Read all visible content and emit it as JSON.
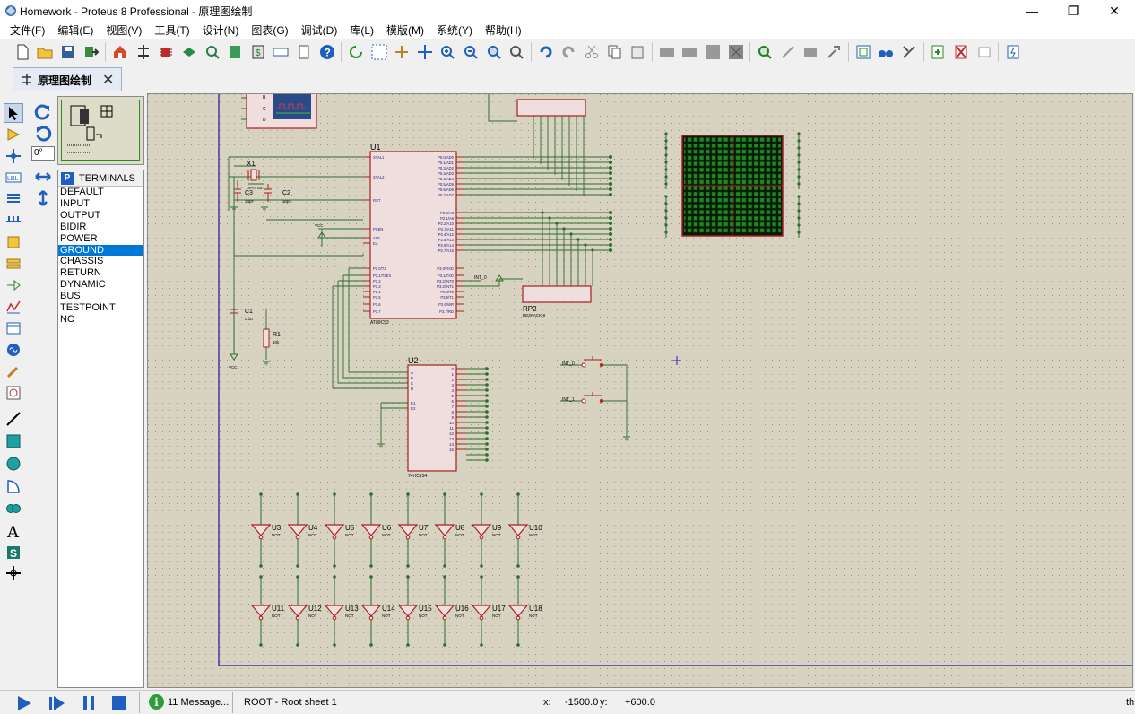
{
  "window": {
    "title": "Homework - Proteus 8 Professional - 原理图绘制",
    "minimize": "—",
    "restore": "❐",
    "close": "✕"
  },
  "menu": [
    "文件(F)",
    "编辑(E)",
    "视图(V)",
    "工具(T)",
    "设计(N)",
    "图表(G)",
    "调试(D)",
    "库(L)",
    "模版(M)",
    "系统(Y)",
    "帮助(H)"
  ],
  "tab": {
    "label": "原理图绘制",
    "close": "✕"
  },
  "rotation": {
    "angle": "0°"
  },
  "terminals": {
    "badge": "P",
    "title": "TERMINALS",
    "items": [
      "DEFAULT",
      "INPUT",
      "OUTPUT",
      "BIDIR",
      "POWER",
      "GROUND",
      "CHASSIS",
      "RETURN",
      "DYNAMIC",
      "BUS",
      "TESTPOINT",
      "NC"
    ],
    "selected": "GROUND"
  },
  "schematic": {
    "u1": "U1",
    "u1_part": "AT89C52",
    "x1": "X1",
    "c3": "C3",
    "c2": "C2",
    "c3_val": "30pF",
    "c2_val": "30pF",
    "crystal_val": "CRYSTAL",
    "c1": "C1",
    "c1_val": "0.1u",
    "r1": "R1",
    "r1_val": "10k",
    "vcc": "VCC",
    "u2": "U2",
    "u2_part": "74HC154",
    "rp2": "RP2",
    "rp2_part": "RESPACK-8",
    "int0": "INT_0",
    "int1": "INT_1",
    "int_net": "INT_0",
    "osc_pins": [
      "B",
      "C",
      "D"
    ],
    "u1_left_pins": [
      "XTAL1",
      "XTAL2",
      "RST",
      "PSEN",
      "ALE",
      "EA",
      "P1.0/T2",
      "P1.1/T2EX",
      "P1.2",
      "P1.3",
      "P1.4",
      "P1.5",
      "P1.6",
      "P1.7"
    ],
    "u1_p0_pins": [
      "P0.0/AD0",
      "P0.1/AD1",
      "P0.2/AD2",
      "P0.3/AD3",
      "P0.4/AD4",
      "P0.5/AD5",
      "P0.6/AD6",
      "P0.7/AD7"
    ],
    "u1_p2_pins": [
      "P2.0/A8",
      "P2.1/A9",
      "P2.2/A10",
      "P2.3/A11",
      "P2.4/A12",
      "P2.5/A13",
      "P2.6/A14",
      "P2.7/A15"
    ],
    "u1_p3_pins": [
      "P3.0/RXD",
      "P3.1/TXD",
      "P3.2/INT0",
      "P3.3/INT1",
      "P3.4/T0",
      "P3.5/T1",
      "P3.6/WR",
      "P3.7/RD"
    ],
    "u2_in_pins": [
      "A",
      "B",
      "C",
      "D",
      "E1",
      "E2"
    ],
    "u2_out_pins": [
      "0",
      "1",
      "2",
      "3",
      "4",
      "5",
      "6",
      "7",
      "8",
      "9",
      "10",
      "11",
      "12",
      "13",
      "14",
      "15"
    ],
    "not_gates_row1": [
      "U3",
      "U4",
      "U5",
      "U6",
      "U7",
      "U8",
      "U9",
      "U10"
    ],
    "not_gates_row2": [
      "U11",
      "U12",
      "U13",
      "U14",
      "U15",
      "U16",
      "U17",
      "U18"
    ],
    "not_label": "NOT"
  },
  "status": {
    "messages": "11 Message...",
    "sheet": "ROOT - Root sheet 1",
    "x_label": "x:",
    "x_value": "-1500.0",
    "y_label": "y:",
    "y_value": "+600.0",
    "units": "th"
  },
  "colors": {
    "canvas": "#d8d3c0",
    "wire": "#2e6b2e",
    "component": "#a52020",
    "component_fill": "#f0dede",
    "accent": "#0078d7"
  }
}
